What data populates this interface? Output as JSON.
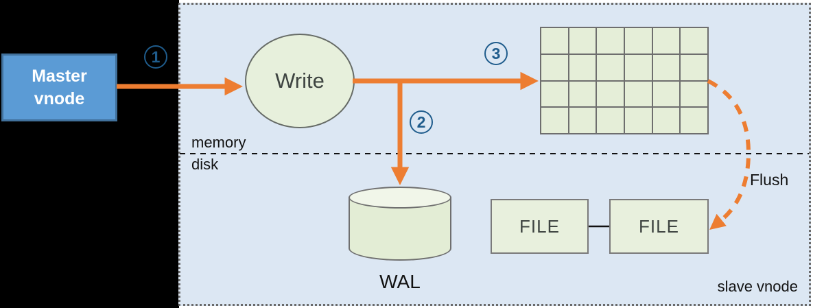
{
  "diagram": {
    "master_vnode": {
      "label": "Master vnode"
    },
    "steps": [
      {
        "id": "1"
      },
      {
        "id": "2"
      },
      {
        "id": "3"
      }
    ],
    "write_node": {
      "label": "Write"
    },
    "memory_table": {
      "rows": 4,
      "cols": 6
    },
    "wal": {
      "label": "WAL"
    },
    "files": [
      {
        "label": "FILE"
      },
      {
        "label": "FILE"
      }
    ],
    "flush_label": "Flush",
    "divider": {
      "above": "memory",
      "below": "disk"
    },
    "slave_vnode_label": "slave vnode",
    "colors": {
      "accent_orange": "#ED7D31",
      "node_green": "#E6EFDA",
      "node_border_gray": "#6E6E6E",
      "master_blue": "#5B9BD5",
      "master_blue_border": "#41719C",
      "panel_blue": "#DCE7F3",
      "step_navy": "#1F5C8C",
      "backdrop_black": "#000000"
    }
  }
}
